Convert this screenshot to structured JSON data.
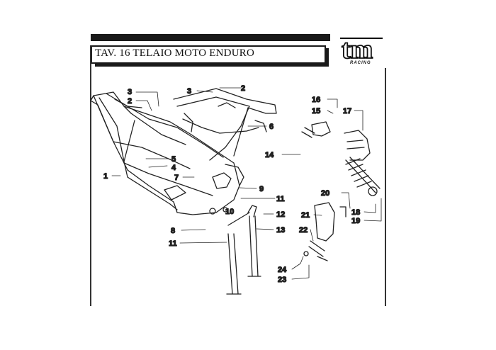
{
  "title": "TAV. 16 TELAIO MOTO ENDURO",
  "logo": {
    "mark": "tm",
    "sub": "RACING"
  },
  "callouts": [
    "1",
    "2",
    "2",
    "3",
    "3",
    "4",
    "5",
    "6",
    "7",
    "8",
    "9",
    "10",
    "11",
    "11",
    "12",
    "13",
    "14",
    "15",
    "16",
    "17",
    "18",
    "19",
    "20",
    "21",
    "22",
    "23",
    "24"
  ]
}
